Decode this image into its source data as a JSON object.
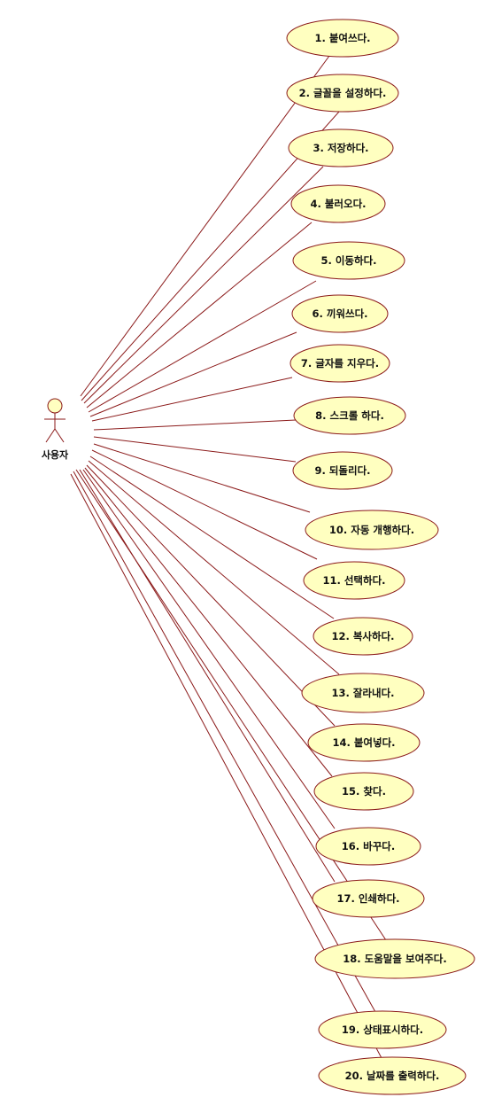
{
  "actor": {
    "label": "사용자"
  },
  "colors": {
    "ellipse_fill": "#ffffc0",
    "ellipse_stroke": "#8b1a1a",
    "line": "#8b1a1a",
    "actor_fill": "#ffffc0"
  },
  "use_cases": [
    {
      "label": "1. 붙여쓰다."
    },
    {
      "label": "2. 글꼴을 설정하다."
    },
    {
      "label": "3. 저장하다."
    },
    {
      "label": "4. 불러오다."
    },
    {
      "label": "5. 이동하다."
    },
    {
      "label": "6. 끼워쓰다."
    },
    {
      "label": "7. 글자를 지우다."
    },
    {
      "label": "8. 스크롤 하다."
    },
    {
      "label": "9. 되돌리다."
    },
    {
      "label": "10. 자동 개행하다."
    },
    {
      "label": "11. 선택하다."
    },
    {
      "label": "12. 복사하다."
    },
    {
      "label": "13. 잘라내다."
    },
    {
      "label": "14. 붙여넣다."
    },
    {
      "label": "15. 찾다."
    },
    {
      "label": "16. 바꾸다."
    },
    {
      "label": "17. 인쇄하다."
    },
    {
      "label": "18. 도움말을 보여주다."
    },
    {
      "label": "19. 상태표시하다."
    },
    {
      "label": "20. 날짜를 출력하다."
    }
  ]
}
